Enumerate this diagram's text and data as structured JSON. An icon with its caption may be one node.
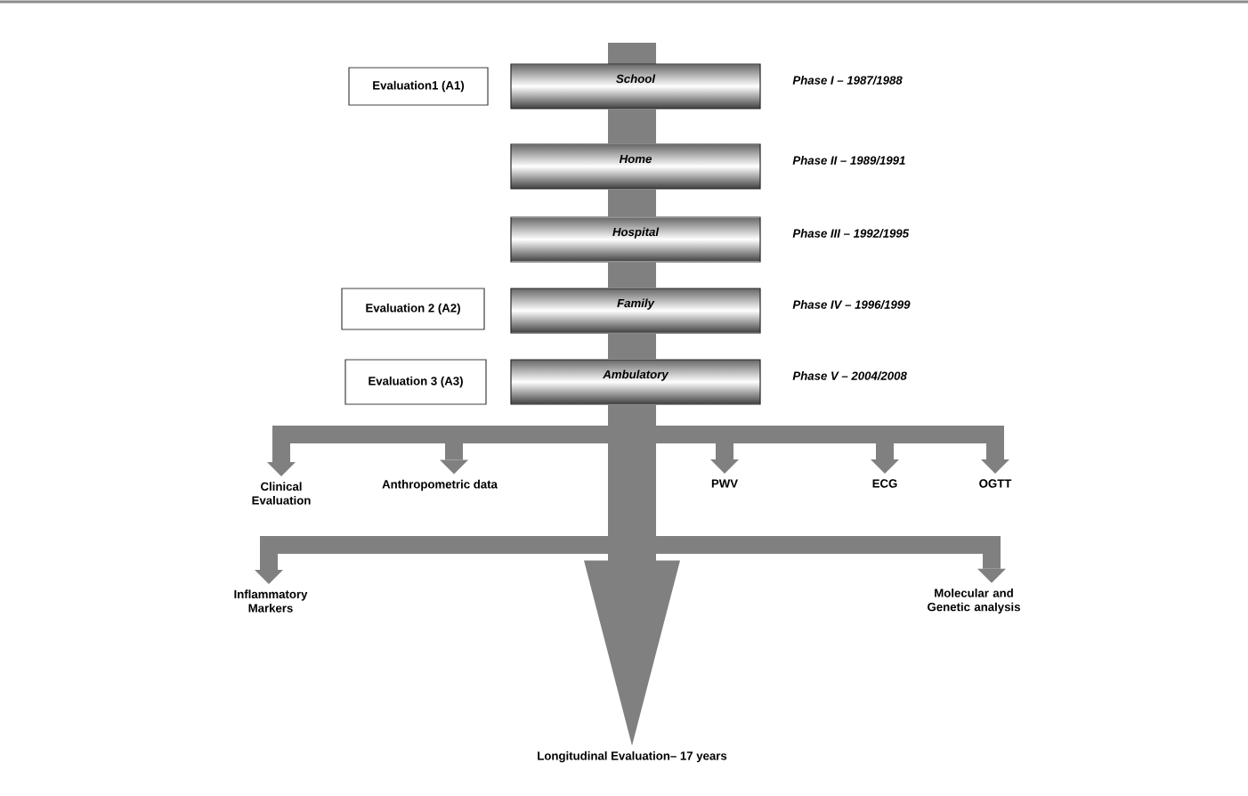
{
  "diagram": {
    "nodes": [
      {
        "text": [
          "Evaluation1 (A1)"
        ]
      },
      {
        "text": [
          "School"
        ],
        "beside": [
          "Phase I – 1987/1988"
        ]
      },
      {
        "text": [
          "Home"
        ],
        "beside": [
          "Phase II – 1989/1991"
        ]
      },
      {
        "text": [
          "Hospital"
        ],
        "beside": [
          "Phase III – 1992/1995"
        ]
      },
      {
        "text": [
          "Evaluation 2 (A2)"
        ]
      },
      {
        "text": [
          "Family"
        ],
        "beside": [
          "Phase IV – 1996/1999"
        ]
      },
      {
        "text": [
          "Evaluation 3 (A3)"
        ]
      },
      {
        "text": [
          "Ambulatory"
        ],
        "beside": [
          "Phase V – 2004/2008"
        ]
      },
      {
        "text": [
          "Clinical Evaluation"
        ]
      },
      {
        "text": [
          "Anthropometric data"
        ]
      },
      {
        "text": [
          "PWV"
        ]
      },
      {
        "text": [
          "ECG"
        ]
      },
      {
        "text": [
          "OGTT"
        ]
      },
      {
        "text": [
          "Inflammatory Markers"
        ]
      },
      {
        "text": [
          "Molecular and Genetic analysis"
        ]
      },
      {
        "text": [
          "Longitudinal Evaluation– 17 years"
        ]
      }
    ],
    "edges": [
      {
        "from": 1,
        "to": 2,
        "arrow": "none",
        "style": "thick"
      },
      {
        "from": 2,
        "to": 3,
        "arrow": "none",
        "style": "thick"
      },
      {
        "from": 3,
        "to": 5,
        "arrow": "none",
        "style": "thick"
      },
      {
        "from": 5,
        "to": 7,
        "arrow": "none",
        "style": "thick"
      },
      {
        "from": 7,
        "to": 15,
        "arrow": "to",
        "style": "thick"
      },
      {
        "from": null,
        "to": 8,
        "arrow": "to"
      },
      {
        "from": null,
        "to": 9,
        "arrow": "to"
      },
      {
        "from": null,
        "to": 10,
        "arrow": "to"
      },
      {
        "from": null,
        "to": 11,
        "arrow": "to"
      },
      {
        "from": null,
        "to": 12,
        "arrow": "to"
      },
      {
        "from": null,
        "to": 13,
        "arrow": "to"
      },
      {
        "from": null,
        "to": 14,
        "arrow": "to"
      }
    ]
  }
}
